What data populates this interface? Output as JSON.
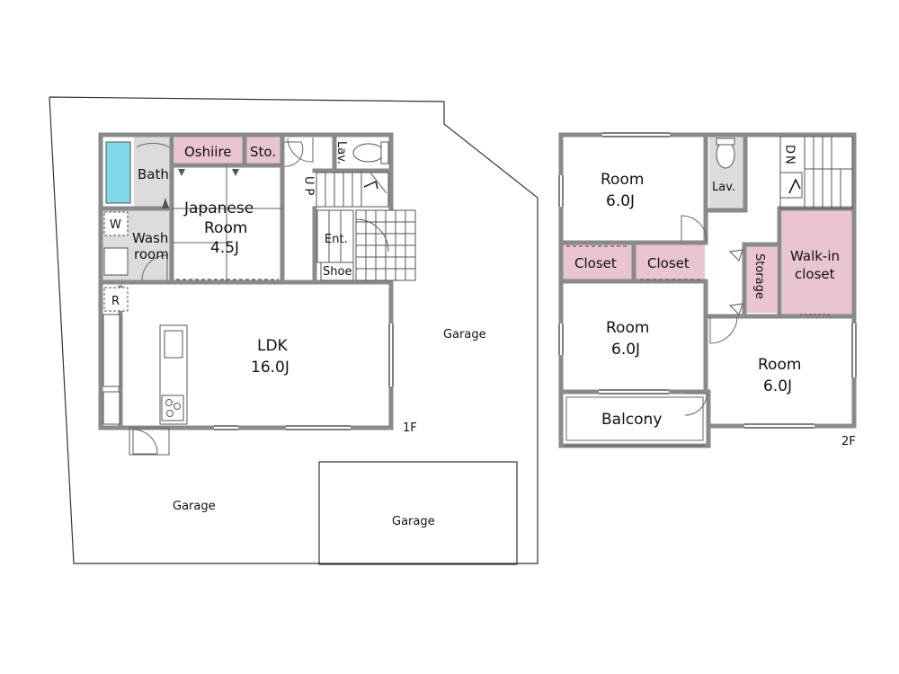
{
  "labels": {
    "bath": "Bath",
    "oshiire": "Oshiire",
    "sto": "Sto.",
    "lav1": "Lav.",
    "up": "UP",
    "japanese_line1": "Japanese",
    "japanese_line2": "Room",
    "japanese_line3": "4.5J",
    "w": "W",
    "wash_line1": "Wash",
    "wash_line2": "room",
    "ent": "Ent.",
    "shoe": "Shoe",
    "r": "R",
    "ldk_line1": "LDK",
    "ldk_line2": "16.0J",
    "floor1": "1F",
    "garage_right": "Garage",
    "garage_bottom_left": "Garage",
    "garage_bottom_mid": "Garage",
    "room1_line1": "Room",
    "room1_line2": "6.0J",
    "lav2": "Lav.",
    "dn": "DN",
    "closet1": "Closet",
    "closet2": "Closet",
    "storage": "Storage",
    "walkin_line1": "Walk-in",
    "walkin_line2": "closet",
    "room2_line1": "Room",
    "room2_line2": "6.0J",
    "room3_line1": "Room",
    "room3_line2": "6.0J",
    "balcony": "Balcony",
    "floor2": "2F"
  },
  "colors": {
    "wall": "#8a8a8a",
    "bath_tub": "#7fd8e8",
    "storage_pink": "#e9c4d2",
    "bath_floor": "#dcdcdc"
  }
}
